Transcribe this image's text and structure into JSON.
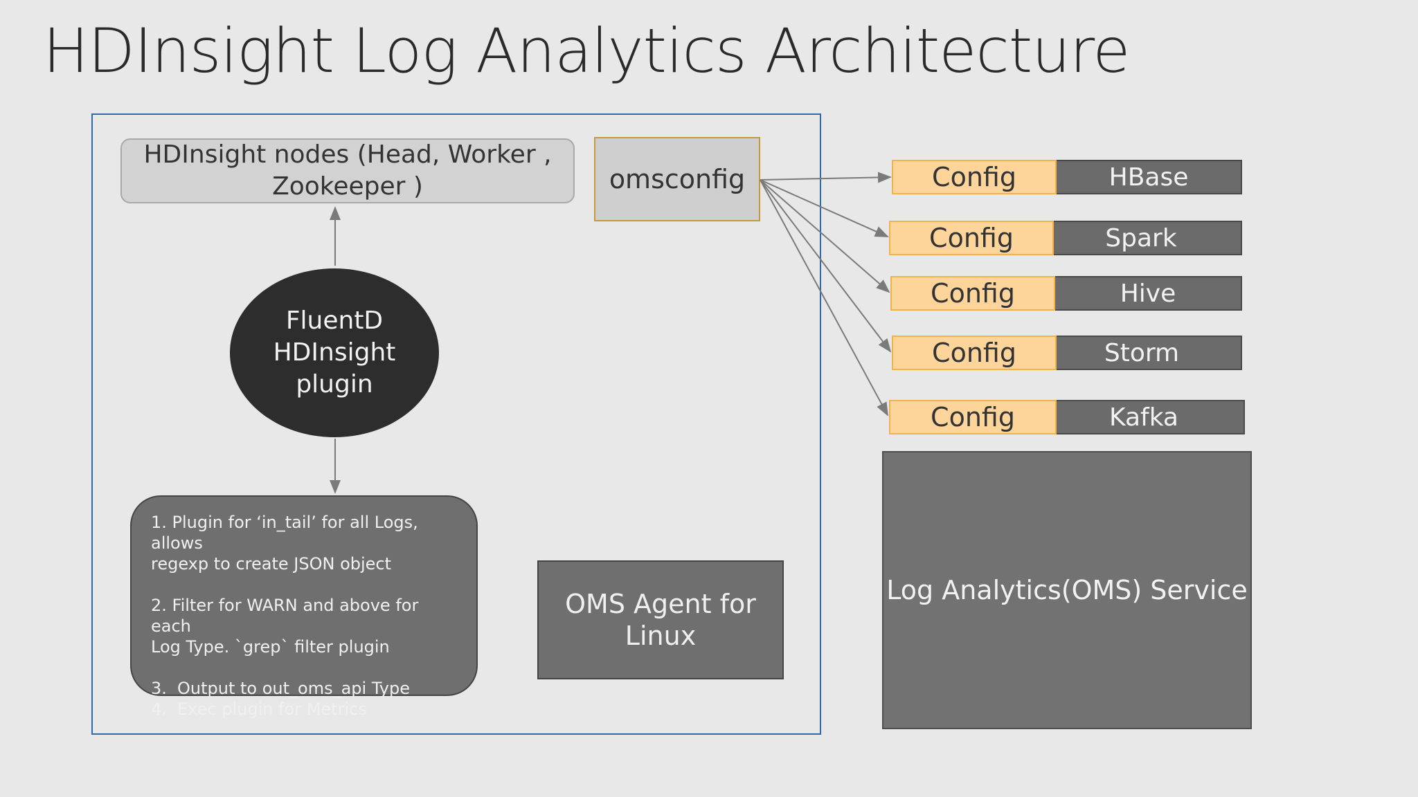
{
  "title": "HDInsight Log Analytics Architecture",
  "nodes": {
    "line1": "HDInsight nodes (Head, Worker ,",
    "line2": "Zookeeper )"
  },
  "omsconfig": "omsconfig",
  "fluentd": {
    "line1": "FluentD",
    "line2": "HDInsight",
    "line3": "plugin"
  },
  "plugin_notes": {
    "item1_line1": "1. Plugin for ‘in_tail’ for all Logs, allows",
    "item1_line2": "regexp to create JSON object",
    "item2_line1": "2. Filter for WARN and above for each",
    "item2_line2": "Log Type. `grep` filter plugin",
    "item3_num": "3.",
    "item3_text": "Output to out_oms_api Type",
    "item4_num": "4.",
    "item4_text": "Exec plugin for Metrics"
  },
  "oms_agent": {
    "line1": "OMS Agent for",
    "line2": "Linux"
  },
  "configs": [
    {
      "config": "Config",
      "service": "HBase"
    },
    {
      "config": "Config",
      "service": "Spark"
    },
    {
      "config": "Config",
      "service": "Hive"
    },
    {
      "config": "Config",
      "service": "Storm"
    },
    {
      "config": "Config",
      "service": "Kafka"
    }
  ],
  "log_analytics": "Log Analytics(OMS) Service"
}
